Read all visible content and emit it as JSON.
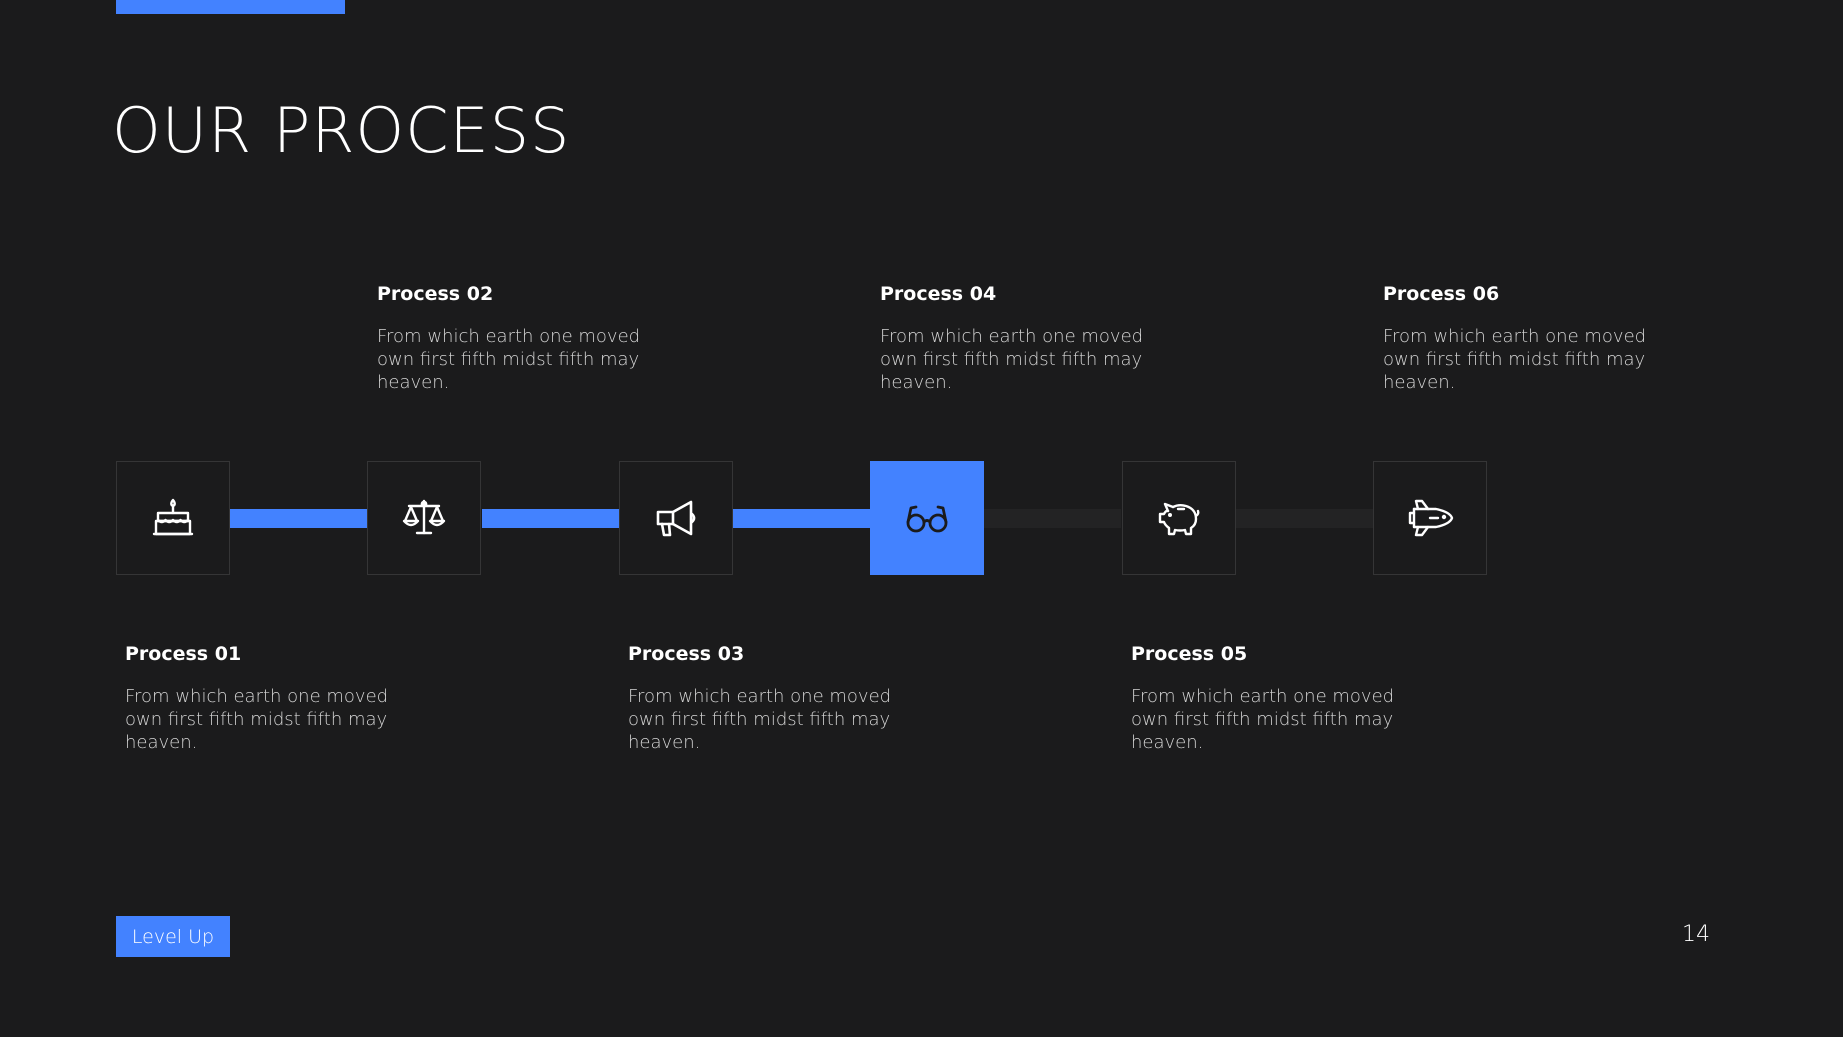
{
  "title": "OUR PROCESS",
  "colors": {
    "accent": "#4382ff",
    "background": "#1b1b1c",
    "inactive_connector": "#232324"
  },
  "steps": [
    {
      "title": "Process 01",
      "description": "From which earth one moved own first fifth midst fifth may heaven.",
      "icon": "cake-icon",
      "highlighted": false
    },
    {
      "title": "Process 02",
      "description": "From which earth one moved own first fifth midst fifth may heaven.",
      "icon": "scales-icon",
      "highlighted": false
    },
    {
      "title": "Process 03",
      "description": "From which earth one moved own first fifth midst fifth may heaven.",
      "icon": "megaphone-icon",
      "highlighted": false
    },
    {
      "title": "Process 04",
      "description": "From which earth one moved own first fifth midst fifth may heaven.",
      "icon": "glasses-icon",
      "highlighted": true
    },
    {
      "title": "Process 05",
      "description": "From which earth one moved own first fifth midst fifth may heaven.",
      "icon": "piggy-bank-icon",
      "highlighted": false
    },
    {
      "title": "Process 06",
      "description": "From which earth one moved own first fifth midst fifth may heaven.",
      "icon": "space-shuttle-icon",
      "highlighted": false
    }
  ],
  "footer": {
    "badge": "Level Up",
    "page_number": "14"
  }
}
